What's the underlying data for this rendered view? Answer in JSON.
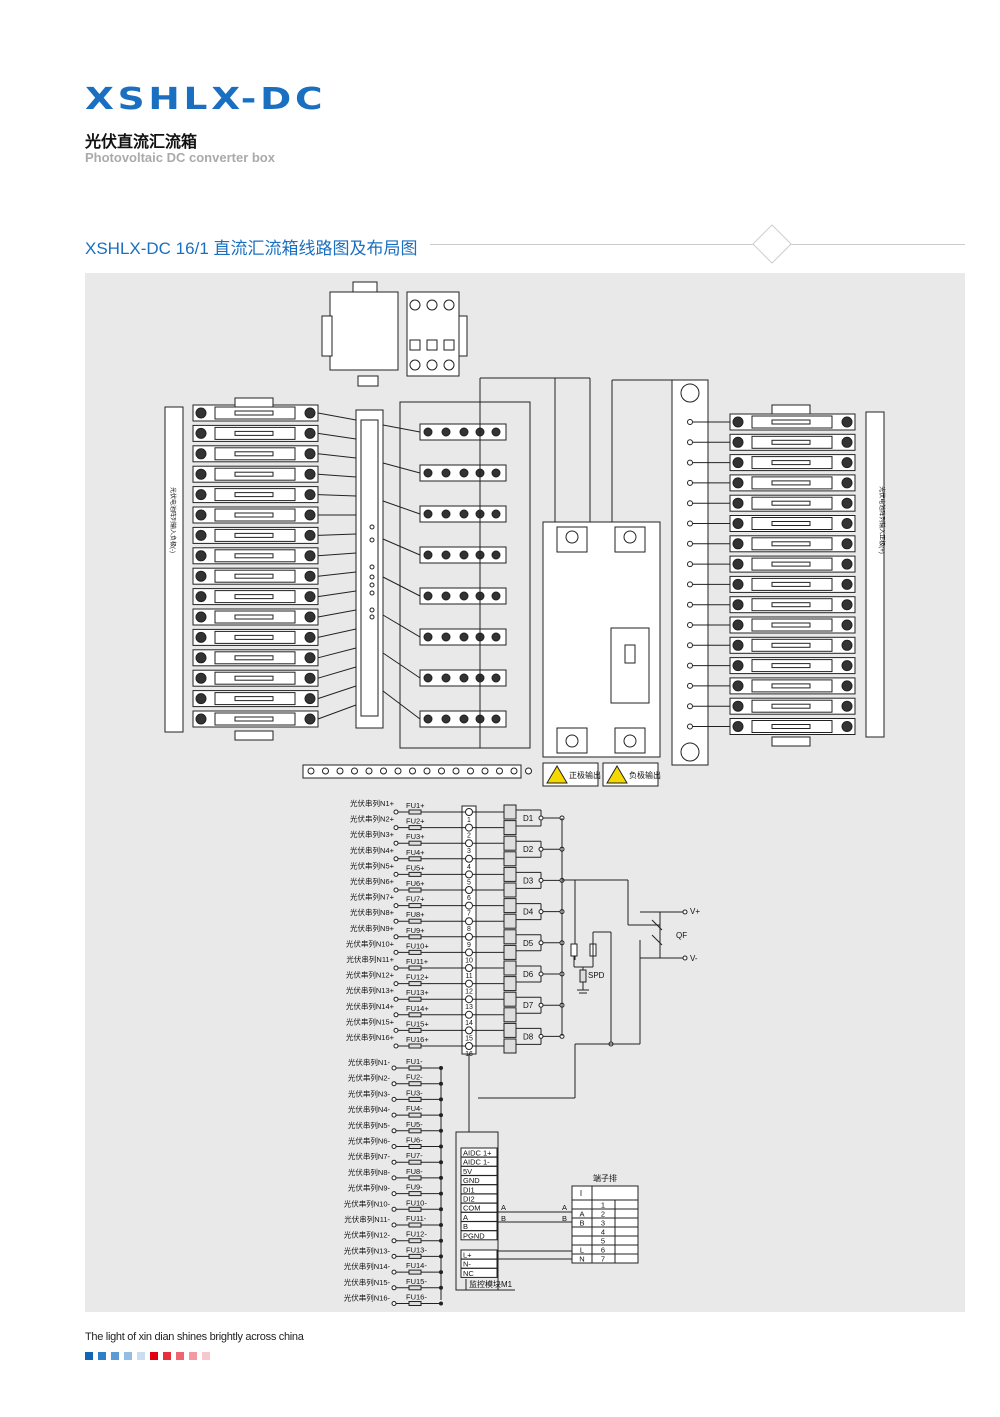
{
  "header": {
    "logo": "XSHLX-DC",
    "title_cn": "光伏直流汇流箱",
    "title_en": "Photovoltaic DC converter box"
  },
  "section": {
    "title": "XSHLX-DC 16/1 直流汇流箱线路图及布局图"
  },
  "layout_diagram": {
    "left_label": "光伏电池阵列输入负极(-)",
    "right_label": "光伏电池阵列输入正极(+)",
    "warnings": [
      "正极输出",
      "负极输出"
    ],
    "warning_color": "#f5d800"
  },
  "schematic": {
    "pos_inputs": [
      "光伏串列N1+",
      "光伏串列N2+",
      "光伏串列N3+",
      "光伏串列N4+",
      "光伏串列N5+",
      "光伏串列N6+",
      "光伏串列N7+",
      "光伏串列N8+",
      "光伏串列N9+",
      "光伏串列N10+",
      "光伏串列N11+",
      "光伏串列N12+",
      "光伏串列N13+",
      "光伏串列N14+",
      "光伏串列N15+",
      "光伏串列N16+"
    ],
    "pos_fuses": [
      "FU1+",
      "FU2+",
      "FU3+",
      "FU4+",
      "FU5+",
      "FU6+",
      "FU7+",
      "FU8+",
      "FU9+",
      "FU10+",
      "FU11+",
      "FU12+",
      "FU13+",
      "FU14+",
      "FU15+",
      "FU16+"
    ],
    "neg_inputs": [
      "光伏串列N1-",
      "光伏串列N2-",
      "光伏串列N3-",
      "光伏串列N4-",
      "光伏串列N5-",
      "光伏串列N6-",
      "光伏串列N7-",
      "光伏串列N8-",
      "光伏串列N9-",
      "光伏串列N10-",
      "光伏串列N11-",
      "光伏串列N12-",
      "光伏串列N13-",
      "光伏串列N14-",
      "光伏串列N15-",
      "光伏串列N16-"
    ],
    "neg_fuses": [
      "FU1-",
      "FU2-",
      "FU3-",
      "FU4-",
      "FU5-",
      "FU6-",
      "FU7-",
      "FU8-",
      "FU9-",
      "FU10-",
      "FU11-",
      "FU12-",
      "FU13-",
      "FU14-",
      "FU15-",
      "FU16-"
    ],
    "terminals": [
      "1",
      "2",
      "3",
      "4",
      "5",
      "6",
      "7",
      "8",
      "9",
      "10",
      "11",
      "12",
      "13",
      "14",
      "15",
      "16"
    ],
    "diodes": [
      "D1",
      "D2",
      "D3",
      "D4",
      "D5",
      "D6",
      "D7",
      "D8"
    ],
    "spd": "SPD",
    "breaker": "QF",
    "v_plus": "V+",
    "v_minus": "V-",
    "module_pins": [
      "AIDC 1+",
      "AIDC 1-",
      "5V",
      "GND",
      "DI1",
      "DI2",
      "COM",
      "A",
      "B",
      "PGND"
    ],
    "module_power": [
      "L+",
      "N-",
      "NC"
    ],
    "module_name": "监控模块M1",
    "bus_labels": [
      "A",
      "B",
      "A",
      "B"
    ],
    "terminal_block": {
      "title": "端子排",
      "header": "I",
      "rows": [
        [
          "",
          "1"
        ],
        [
          "A",
          "2"
        ],
        [
          "B",
          "3"
        ],
        [
          "",
          "4"
        ],
        [
          "",
          "5"
        ],
        [
          "L",
          "6"
        ],
        [
          "N",
          "7"
        ]
      ]
    }
  },
  "footer": {
    "slogan": "The light of xin dian shines brightly across china",
    "swatches": [
      "#1464b4",
      "#2f7fc8",
      "#5d9bd4",
      "#93bde3",
      "#c9dff1",
      "#e00010",
      "#e8303a",
      "#ee6470",
      "#f29aa0",
      "#f7c8cc"
    ]
  }
}
